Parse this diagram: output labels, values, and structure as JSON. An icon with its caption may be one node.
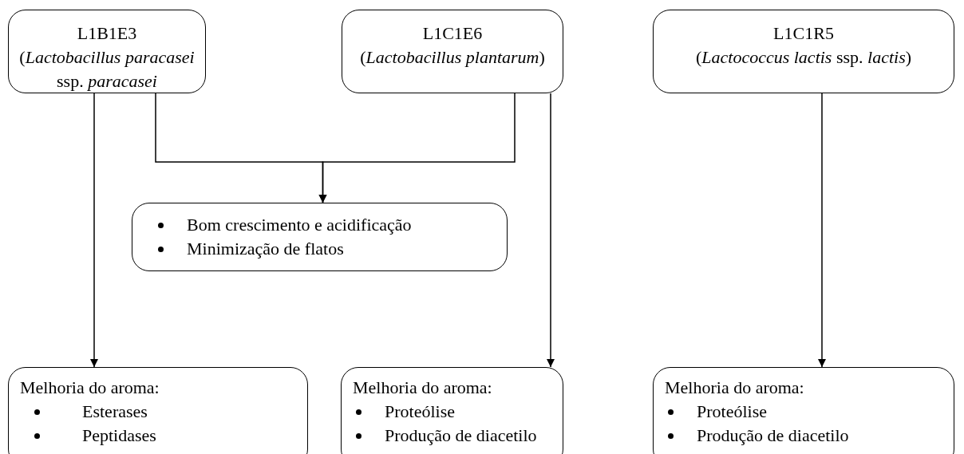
{
  "diagram": {
    "nodes": [
      {
        "text": [
          "L1B1E3",
          "(*Lactobacillus paracasei* ssp. *paracasei*"
        ]
      },
      {
        "text": [
          "L1C1E6",
          "(*Lactobacillus plantarum*)"
        ]
      },
      {
        "text": [
          "L1C1R5",
          "(*Lactococcus lactis* ssp. *lactis*)"
        ]
      },
      {
        "text": [
          "Bom crescimento e acidificação",
          "Minimização de flatos"
        ]
      },
      {
        "text": [
          "Melhoria do aroma:",
          "Esterases",
          "Peptidases"
        ]
      },
      {
        "text": [
          "Melhoria do aroma:",
          "Proteólise",
          "Produção de diacetilo"
        ]
      },
      {
        "text": [
          "Melhoria do aroma:",
          "Proteólise",
          "Produção de diacetilo"
        ]
      }
    ],
    "edges": [
      {
        "from": 0,
        "to": 4,
        "arrow": "to"
      },
      {
        "from": 0,
        "to": 3,
        "arrow": "to"
      },
      {
        "from": 1,
        "to": 3,
        "arrow": "to"
      },
      {
        "from": 1,
        "to": 5,
        "arrow": "to"
      },
      {
        "from": 2,
        "to": 6,
        "arrow": "to"
      }
    ]
  }
}
